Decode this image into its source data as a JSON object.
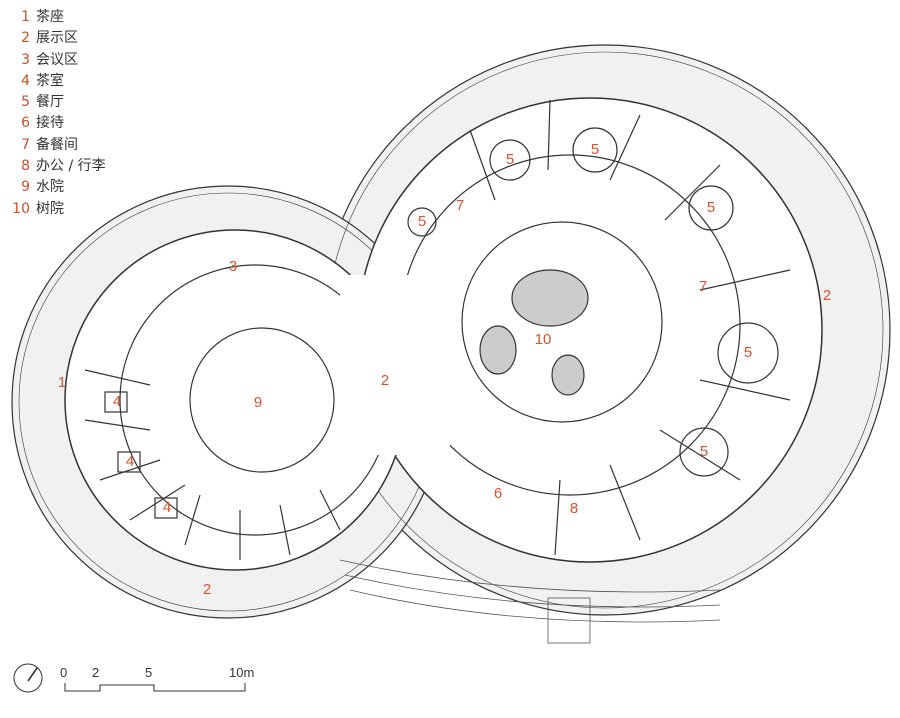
{
  "legend": [
    {
      "num": "1",
      "name": "茶座"
    },
    {
      "num": "2",
      "name": "展示区"
    },
    {
      "num": "3",
      "name": "会议区"
    },
    {
      "num": "4",
      "name": "茶室"
    },
    {
      "num": "5",
      "name": "餐厅"
    },
    {
      "num": "6",
      "name": "接待"
    },
    {
      "num": "7",
      "name": "备餐间"
    },
    {
      "num": "8",
      "name": "办公 / 行李"
    },
    {
      "num": "9",
      "name": "水院"
    },
    {
      "num": "10",
      "name": "树院"
    }
  ],
  "plan_labels": {
    "tea_seating": "1",
    "exhibition_left": "2",
    "meeting": "3",
    "tea_room_a": "4",
    "tea_room_b": "4",
    "tea_room_c": "4",
    "water_court": "9",
    "exhibition_center": "2",
    "tree_court": "10",
    "dining_a": "5",
    "dining_b": "5",
    "dining_c": "5",
    "dining_d": "5",
    "dining_e": "5",
    "dining_f": "5",
    "pantry_a": "7",
    "pantry_b": "7",
    "exhibition_right": "2",
    "reception": "6",
    "office": "8"
  },
  "scale": {
    "ticks": [
      "0",
      "2",
      "5",
      "10m"
    ]
  },
  "colors": {
    "label": "#d9532c",
    "line": "#333333",
    "fill": "#eeeeee"
  }
}
